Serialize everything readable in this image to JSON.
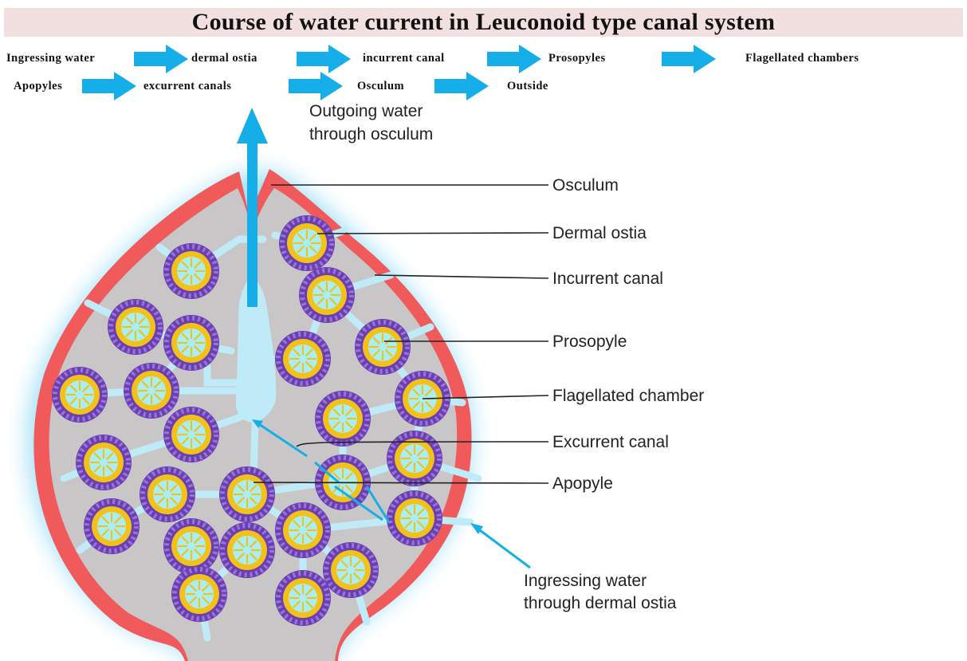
{
  "title": "Course of water current in Leuconoid type canal system",
  "flow_steps": [
    "Ingressing water",
    "dermal ostia",
    "incurrent canal",
    "Prosopyles",
    "Flagellated chambers",
    "Apopyles",
    "excurrent canals",
    "Osculum",
    "Outside"
  ],
  "labels": {
    "outgoing_line1": "Outgoing water",
    "outgoing_line2": "through osculum",
    "osculum": "Osculum",
    "dermal_ostia": "Dermal ostia",
    "incurrent_canal": "Incurrent canal",
    "prosopyle": "Prosopyle",
    "flagellated_chamber": "Flagellated chamber",
    "excurrent_canal": "Excurrent canal",
    "apopyle": "Apopyle",
    "ingressing_line1": "Ingressing water",
    "ingressing_line2": "through dermal ostia"
  },
  "colors": {
    "flow_arrow": "#15aee8",
    "sponge_wall": "#f05a5a",
    "sponge_body": "#c9c6c7",
    "canal": "#bfeaf8",
    "chamber_outer": "#6a3fb2",
    "chamber_ring": "#f2c21a",
    "chamber_inner": "#a9eef6",
    "label_text": "#222222"
  }
}
